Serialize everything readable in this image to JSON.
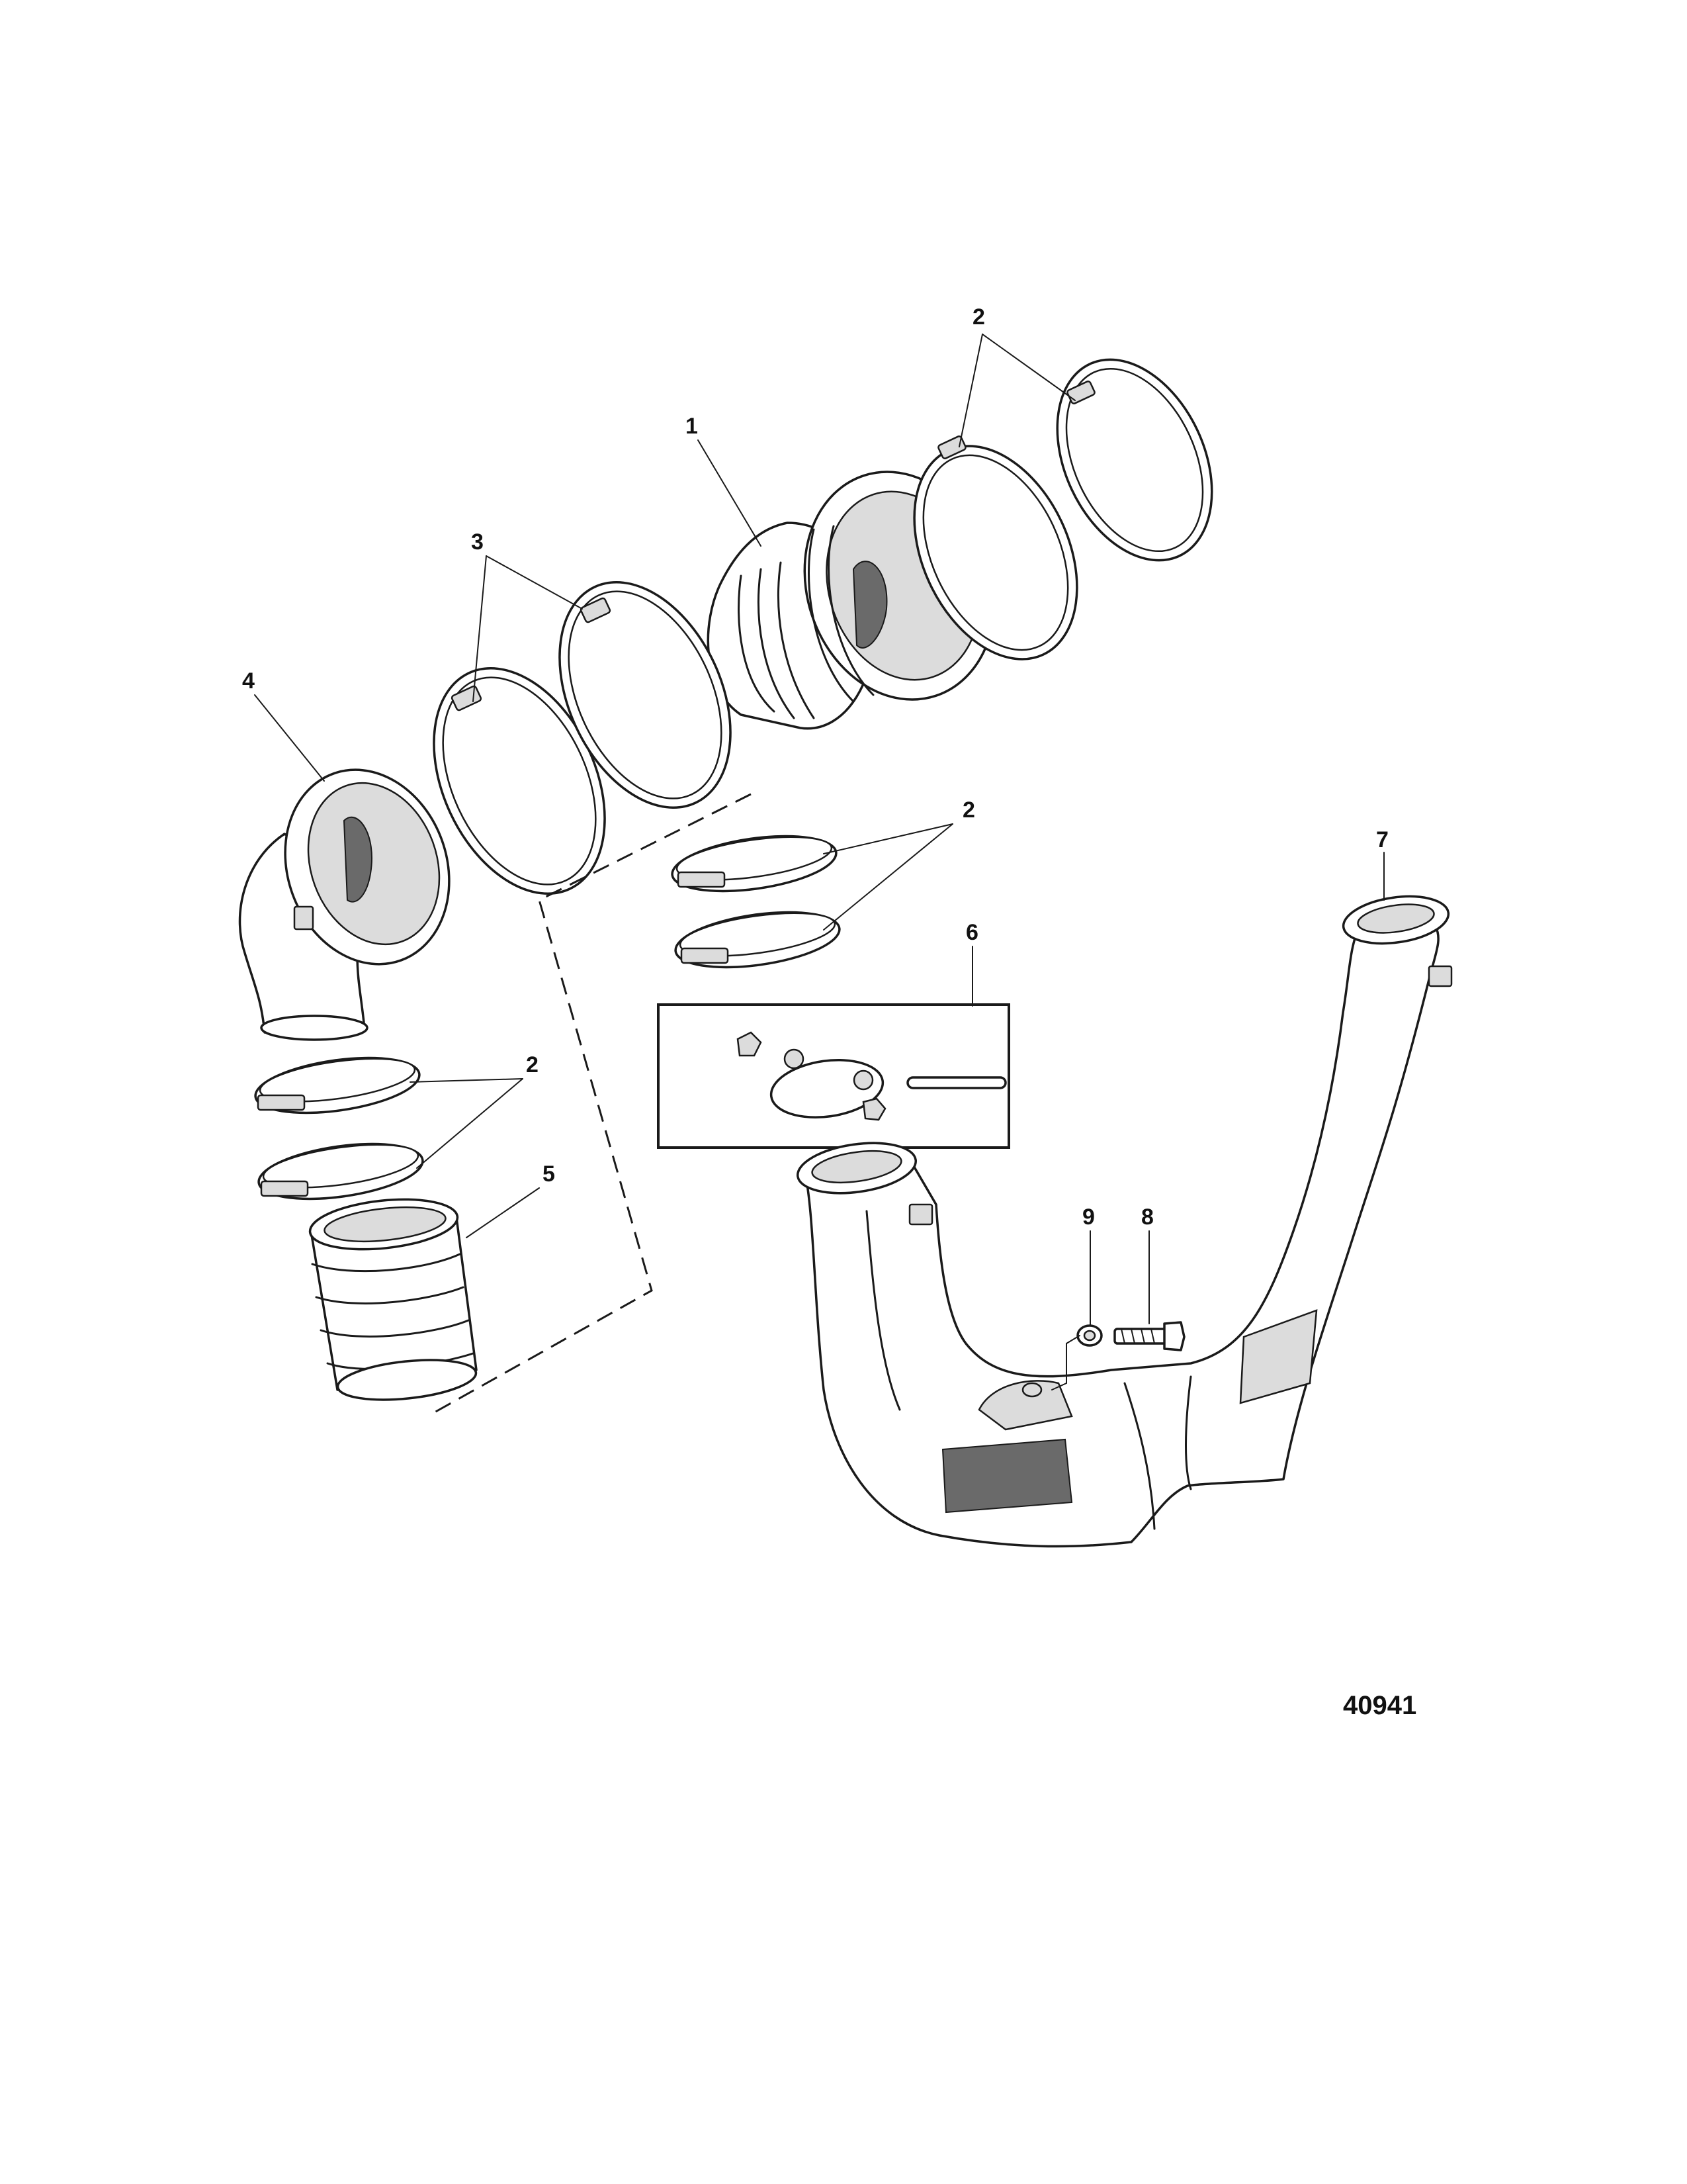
{
  "callouts": {
    "c1": "1",
    "c2a": "2",
    "c2b": "2",
    "c2c": "2",
    "c3": "3",
    "c4": "4",
    "c5": "5",
    "c6": "6",
    "c7": "7",
    "c8": "8",
    "c9": "9"
  },
  "figure_number": "40941"
}
